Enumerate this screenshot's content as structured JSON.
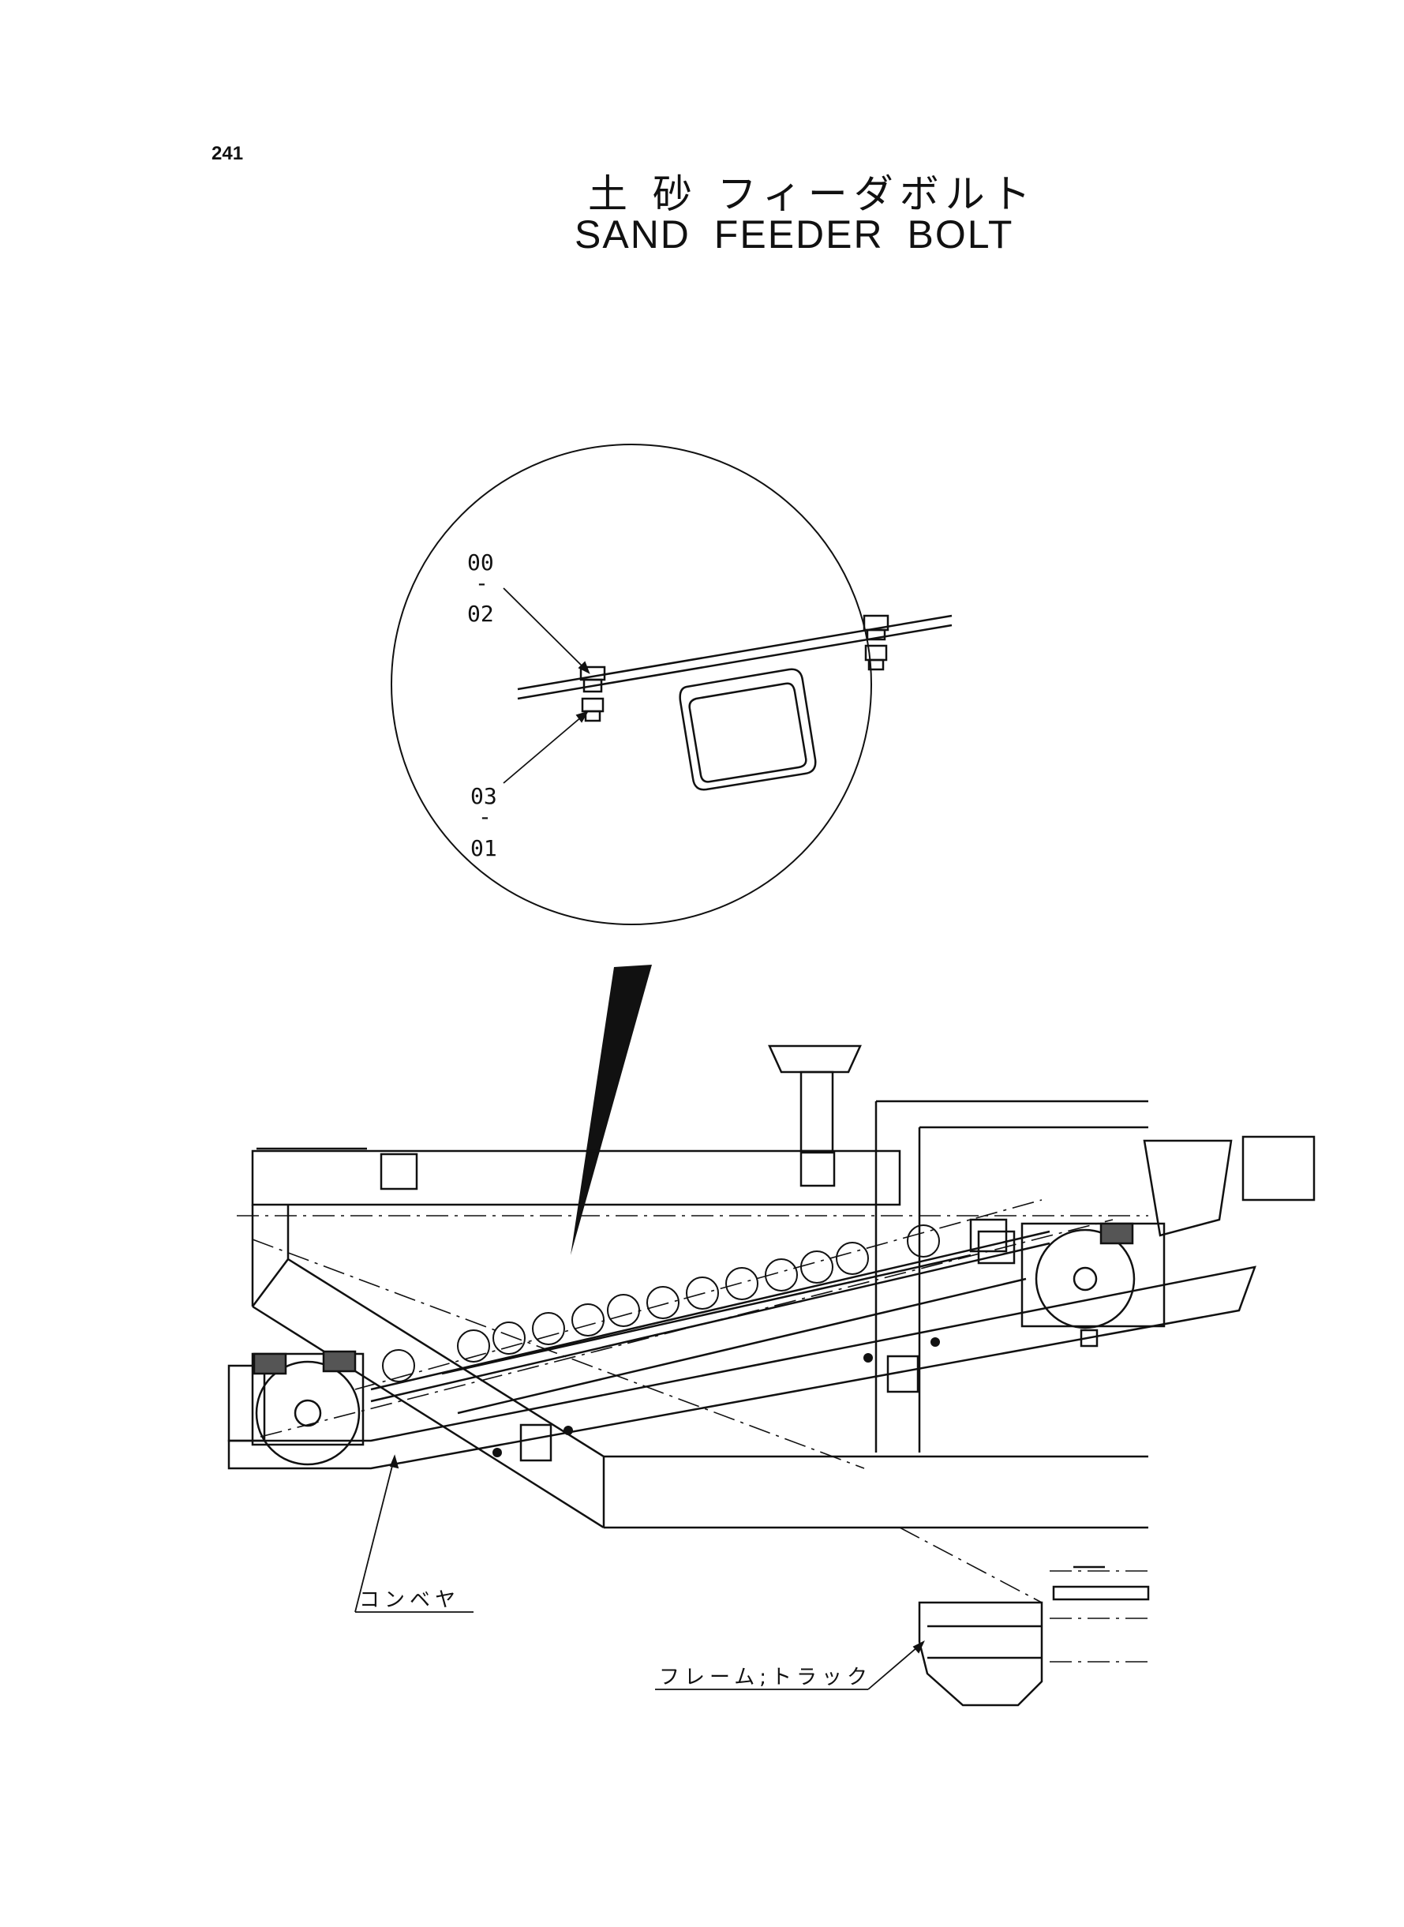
{
  "page_number": "241",
  "title_ja": "土 砂 フィーダボルト",
  "title_en": "SAND FEEDER BOLT",
  "detail_callouts": {
    "upper": {
      "top": "00",
      "dash": "-",
      "bottom": "02"
    },
    "lower": {
      "top": "03",
      "dash": "-",
      "bottom": "01"
    }
  },
  "labels": {
    "conveyor": "コンベヤ",
    "frame_track": "フレーム;トラック"
  }
}
